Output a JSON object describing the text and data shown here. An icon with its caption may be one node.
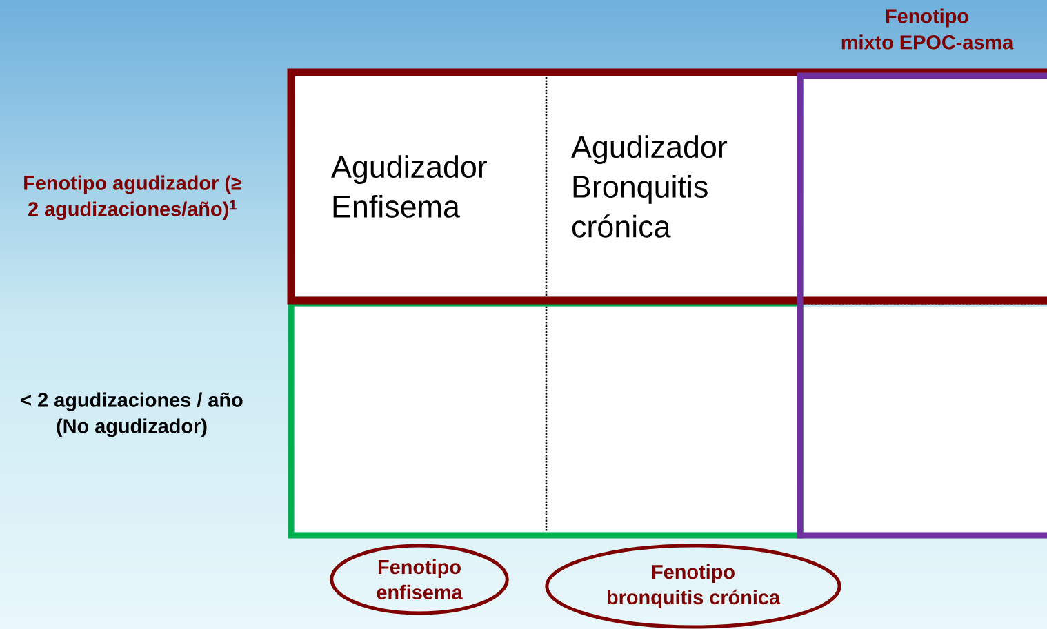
{
  "diagram": {
    "nodes": [
      {
        "text": [],
        "shape": "box"
      },
      {
        "text": [
          "Agudizador Enfisema"
        ],
        "in": 0
      },
      {
        "text": [
          "Agudizador Bronquitis crónica"
        ],
        "in": 0
      },
      {
        "text": [],
        "shape": "box"
      },
      {
        "text": [],
        "shape": "box",
        "beside": [
          "Fenotipo mixto EPOC-asma"
        ]
      },
      {
        "text": [],
        "shape": "box"
      },
      {
        "text": [],
        "shape": "box",
        "in": 5
      },
      {
        "text": [],
        "shape": "box",
        "in": 5
      },
      {
        "text": [],
        "shape": "box",
        "in": 4
      },
      {
        "text": [
          "Fenotipo enfisema"
        ]
      },
      {
        "text": [
          "Fenotipo bronquitis crónica"
        ]
      }
    ],
    "labels": [
      "Fenotipo agudizador (≥ 2 agudizaciones/año)$^{1}$",
      "< 2 agudizaciones / año (No agudizador)"
    ]
  }
}
